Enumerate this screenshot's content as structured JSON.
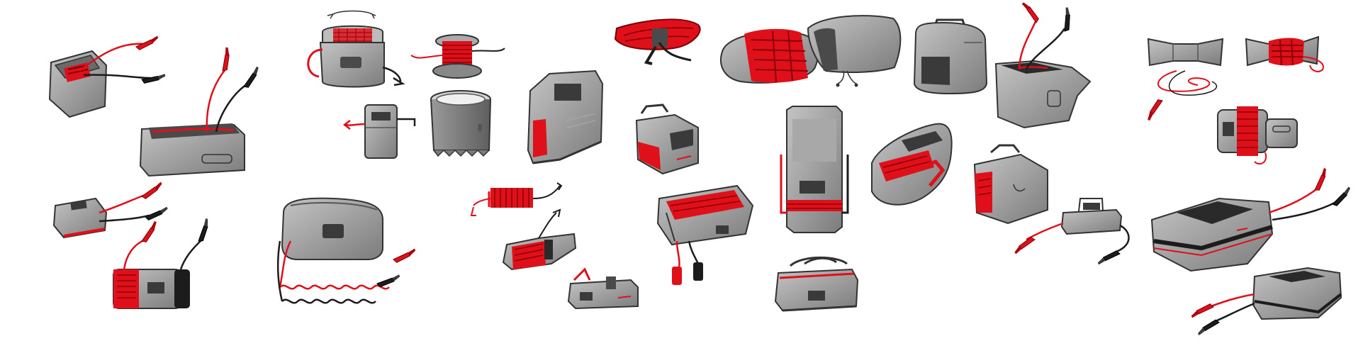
{
  "sheet": {
    "background": "#ffffff",
    "palette": {
      "body_gray": "#8f8f8f",
      "light_gray": "#bdbdbd",
      "dark_gray": "#4a4a4a",
      "cable_red": "#e0101a",
      "clamp_black": "#1c1c1c",
      "outline": "#333333",
      "screen_dark": "#3a3a3a"
    },
    "sketch_count": 31,
    "sketches": [
      {
        "name": "cube-reel-with-clamps",
        "icon": "jump-starter-icon"
      },
      {
        "name": "tray-with-clamps",
        "icon": "jump-starter-icon"
      },
      {
        "name": "flat-unit-with-clamps",
        "icon": "jump-starter-icon"
      },
      {
        "name": "red-spool-drum",
        "icon": "cable-spool-icon"
      },
      {
        "name": "coiled-cable-unit",
        "icon": "jump-starter-icon"
      },
      {
        "name": "cylinder-reel-top",
        "icon": "cable-spool-icon"
      },
      {
        "name": "spool-on-base",
        "icon": "cable-spool-icon"
      },
      {
        "name": "small-side-unit",
        "icon": "jump-starter-icon"
      },
      {
        "name": "canister-empty",
        "icon": "canister-icon"
      },
      {
        "name": "cable-bundle",
        "icon": "cable-bundle-icon"
      },
      {
        "name": "wedge-panel-unit",
        "icon": "jump-starter-icon"
      },
      {
        "name": "box-with-handle",
        "icon": "jump-starter-icon"
      },
      {
        "name": "spool-loose-cable",
        "icon": "cable-spool-icon"
      },
      {
        "name": "wrapped-sled",
        "icon": "cable-bundle-icon"
      },
      {
        "name": "long-shallow-tray",
        "icon": "jump-starter-icon"
      },
      {
        "name": "open-carry-bag",
        "icon": "bag-icon"
      },
      {
        "name": "pillow-wrapped-red",
        "icon": "cable-bundle-icon"
      },
      {
        "name": "soft-pouch",
        "icon": "bag-icon"
      },
      {
        "name": "tall-standing-unit",
        "icon": "jump-starter-icon"
      },
      {
        "name": "duffel-bag",
        "icon": "bag-icon"
      },
      {
        "name": "rounded-handle-box",
        "icon": "jump-starter-icon"
      },
      {
        "name": "angled-lamp-unit",
        "icon": "jump-starter-icon"
      },
      {
        "name": "kettle-style-unit",
        "icon": "jump-starter-icon"
      },
      {
        "name": "open-box-with-clamps",
        "icon": "jump-starter-icon"
      },
      {
        "name": "handled-lamp-unit",
        "icon": "jump-starter-icon"
      },
      {
        "name": "small-station-with-clamps",
        "icon": "jump-starter-icon"
      },
      {
        "name": "bowtie-cushion",
        "icon": "cable-bundle-icon"
      },
      {
        "name": "wrapped-bowtie",
        "icon": "cable-bundle-icon"
      },
      {
        "name": "wrapped-reel-unit",
        "icon": "cable-spool-icon"
      },
      {
        "name": "large-flat-case",
        "icon": "case-icon"
      },
      {
        "name": "small-flat-case",
        "icon": "case-icon"
      }
    ]
  }
}
